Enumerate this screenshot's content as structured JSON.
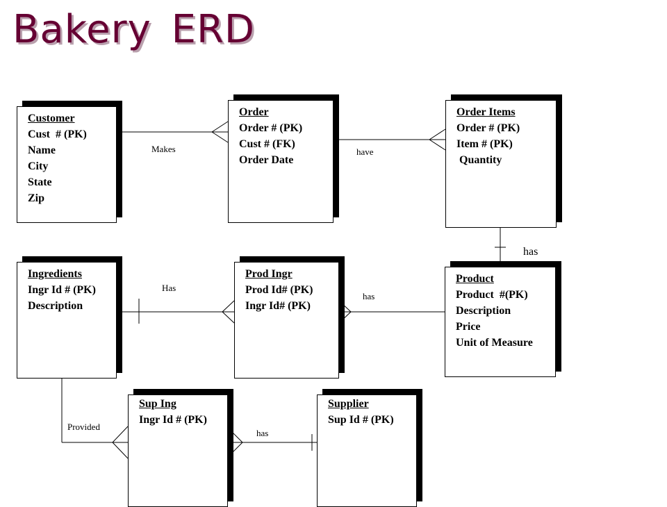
{
  "title": "Bakery  ERD",
  "colors": {
    "title": "#660033",
    "title_shadow": "#b9a0ad",
    "shadow": "#000000"
  },
  "entities": {
    "customer": {
      "name": "Customer",
      "attributes": [
        "Cust  # (PK)",
        "Name",
        "City",
        "State",
        "Zip"
      ]
    },
    "order": {
      "name": "Order",
      "attributes": [
        "Order # (PK)",
        "Cust # (FK)",
        "Order Date"
      ]
    },
    "order_items": {
      "name": "Order Items",
      "attributes": [
        "Order # (PK)",
        "Item # (PK)",
        " Quantity"
      ]
    },
    "ingredients": {
      "name": "Ingredients",
      "attributes": [
        "Ingr Id # (PK)",
        "Description"
      ]
    },
    "prod_ingr": {
      "name": "Prod Ingr",
      "attributes": [
        "Prod Id# (PK)",
        "Ingr Id# (PK)"
      ]
    },
    "product": {
      "name": "Product",
      "attributes": [
        "Product  #(PK)",
        "Description",
        "Price",
        "Unit of Measure"
      ]
    },
    "sup_ing": {
      "name": "Sup Ing",
      "attributes": [
        "Ingr Id # (PK)"
      ]
    },
    "supplier": {
      "name": "Supplier",
      "attributes": [
        "Sup Id # (PK)"
      ]
    }
  },
  "relationships": {
    "makes": "Makes",
    "have": "have",
    "has_product": "has",
    "has_ingredients": "Has",
    "has_prod_ingr": "has",
    "provided": "Provided",
    "has_supplier": "has"
  }
}
